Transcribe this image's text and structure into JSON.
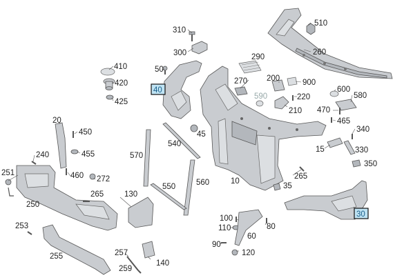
{
  "labels": {
    "l310": "310",
    "l300": "300",
    "l290": "290",
    "l510": "510",
    "l260": "260",
    "l410": "410",
    "l420": "420",
    "l425": "425",
    "l50": "50",
    "l40": "40",
    "l270": "270",
    "l200": "200",
    "l900": "900",
    "l590": "590",
    "l220": "220",
    "l600": "600",
    "l580": "580",
    "l210": "210",
    "l470": "470",
    "l465": "465",
    "l340": "340",
    "l20": "20",
    "l450": "450",
    "l455": "455",
    "l45": "45",
    "l540": "540",
    "l15": "15",
    "l330": "330",
    "l350": "350",
    "l240": "240",
    "l570": "570",
    "l10": "10",
    "l265b": "265",
    "l251": "251",
    "l460": "460",
    "l272": "272",
    "l550": "550",
    "l560": "560",
    "l35": "35",
    "l265a": "265",
    "l250": "250",
    "l130": "130",
    "l30": "30",
    "l253": "253",
    "l100": "100",
    "l110": "110",
    "l80": "80",
    "l60": "60",
    "l90": "90",
    "l120": "120",
    "l255": "255",
    "l257": "257",
    "l140": "140",
    "l259": "259"
  },
  "highlighted": [
    "40",
    "30"
  ],
  "colors": {
    "highlight_fill": "#bfe3f3",
    "highlight_text": "#1a5f8a",
    "label": "#222222",
    "muted_label": "#9aa0a6"
  }
}
